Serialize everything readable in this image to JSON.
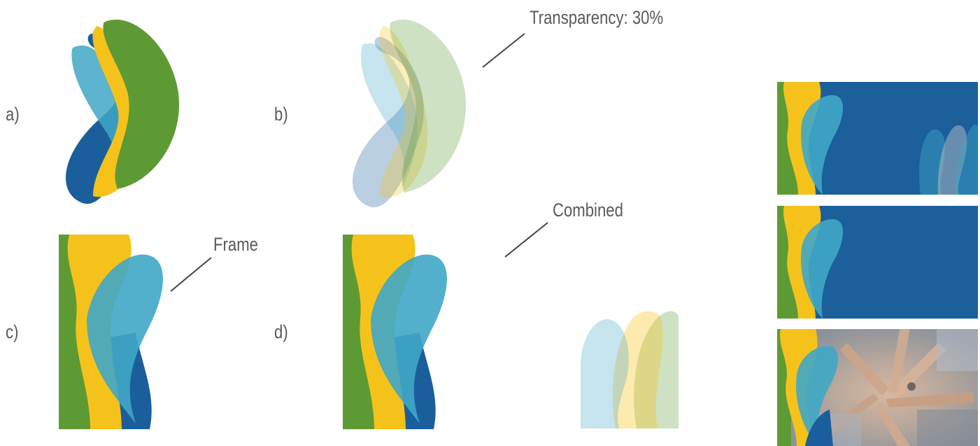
{
  "panels": {
    "a": "a)",
    "b": "b)",
    "c": "c)",
    "d": "d)"
  },
  "callouts": {
    "transparency": "Transparency: 30%",
    "frame": "Frame",
    "combined": "Combined"
  },
  "colors": {
    "green": "#5e9a34",
    "yellow": "#f5c21b",
    "teal": "#3fa7c6",
    "blue": "#1a5f9c",
    "background_blue": "#1b5f9b",
    "label_gray": "#5a5a5a"
  },
  "thumbnails": [
    "blue-background-with-waves",
    "blue-background-plain",
    "photo-teamwork-hands"
  ]
}
